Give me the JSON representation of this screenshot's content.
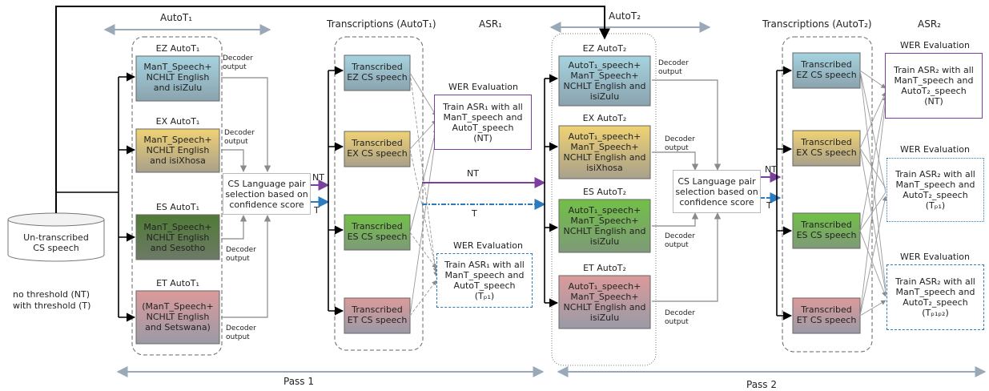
{
  "colors": {
    "ez": "#9ec9d6",
    "ex": "#e8cc72",
    "es": "#6fb545",
    "es_dark": "#4e7a36",
    "et": "#d79999",
    "nt": "#7b3f9e",
    "t": "#2b7bbf"
  },
  "headers": {
    "autot1": "AutoT₁",
    "trans1": "Transcriptions (AutoT₁)",
    "asr1": "ASR₁",
    "autot2": "AutoT₂",
    "trans2": "Transcriptions (AutoT₂)",
    "asr2": "ASR₂"
  },
  "source": {
    "label": "Un-transcribed\nCS speech"
  },
  "legend": {
    "nt": "no threshold (NT)",
    "t": "with threshold (T)"
  },
  "pass1": {
    "title": "Pass 1",
    "systems": [
      {
        "name": "EZ AutoT₁",
        "text": "ManT_Speech+\nNCHLT English\nand isiZulu"
      },
      {
        "name": "EX AutoT₁",
        "text": "ManT_Speech+\nNCHLT English\nand isiXhosa"
      },
      {
        "name": "ES AutoT₁",
        "text": "ManT_Speech+\nNCHLT English\nand Sesotho"
      },
      {
        "name": "ET AutoT₁",
        "text": "(ManT_Speech+\nNCHLT English\nand Setswana)"
      }
    ],
    "decoder": "Decoder\noutput",
    "selection": "CS Language pair\nselection based on\nconfidence score",
    "nt": "NT",
    "t": "T",
    "transcribed": [
      "Transcribed\nEZ CS speech",
      "Transcribed\nEX CS speech",
      "Transcribed\nES CS speech",
      "Transcribed\nET CS speech"
    ],
    "mid_nt": "NT",
    "mid_t": "T",
    "wer_title": "WER Evaluation",
    "wer_nt": "Train ASR₁ with all\nManT_speech and\nAutoT_speech\n(NT)",
    "wer_t": "Train ASR₁ with all\nManT_speech and\nAutoT_speech\n(Tₚ₁)"
  },
  "pass2": {
    "title": "Pass 2",
    "systems": [
      {
        "name": "EZ AutoT₂",
        "text": "AutoT₁_speech+\nManT_Speech+\nNCHLT English and\nisiZulu"
      },
      {
        "name": "EX AutoT₂",
        "text": "AutoT₁_speech+\nManT_Speech+\nNCHLT English and\nisiXhosa"
      },
      {
        "name": "ES AutoT₂",
        "text": "AutoT₁_speech+\nManT_Speech+\nNCHLT English and\nisiZulu"
      },
      {
        "name": "ET AutoT₂",
        "text": "AutoT₁_speech+\nManT_Speech+\nNCHLT English and\nisiZulu"
      }
    ],
    "decoder": "Decoder\noutput",
    "selection": "CS Language pair\nselection based on\nconfidence score",
    "nt": "NT",
    "t": "T",
    "transcribed": [
      "Transcribed\nEZ CS speech",
      "Transcribed\nEX CS speech",
      "Transcribed\nES CS speech",
      "Transcribed\nET CS speech"
    ],
    "wer_title": "WER Evaluation",
    "wer_1": "Train ASR₂ with all\nManT_speech and\nAutoT₂_speech\n(NT)",
    "wer_2": "Train ASR₂ with all\nManT_speech and\nAutoT₂_speech\n(Tₚ₁)",
    "wer_3": "Train ASR₂ with all\nManT_speech and\nAutoT₂_speech\n(Tₚ₁ₚ₂)"
  }
}
